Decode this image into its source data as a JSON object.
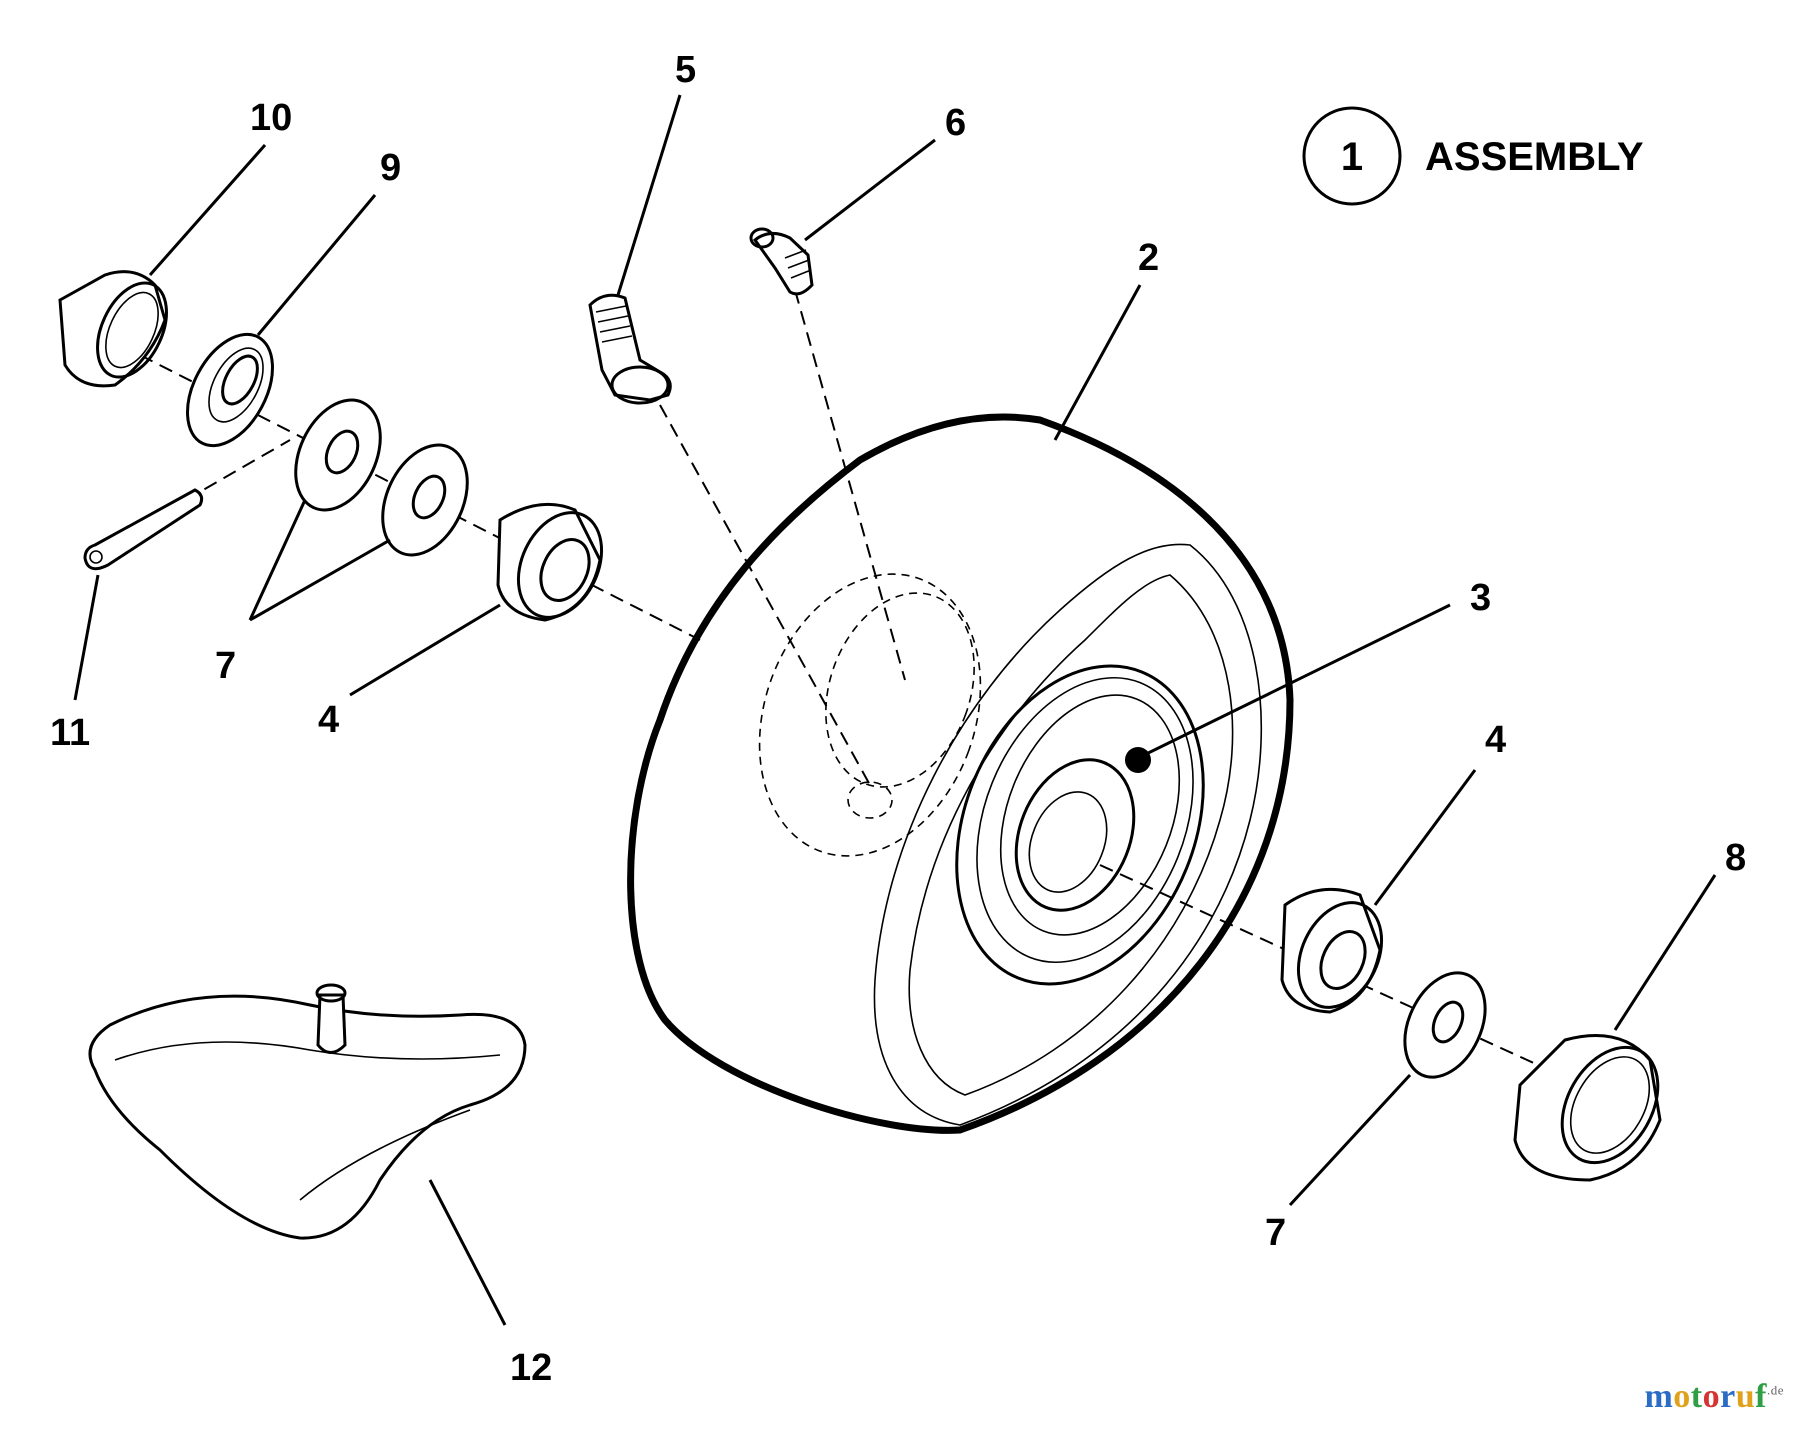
{
  "legend": {
    "circle_number": "1",
    "text": "ASSEMBLY"
  },
  "callouts": [
    {
      "id": "c10",
      "label": "10"
    },
    {
      "id": "c9",
      "label": "9"
    },
    {
      "id": "c5",
      "label": "5"
    },
    {
      "id": "c6",
      "label": "6"
    },
    {
      "id": "c2",
      "label": "2"
    },
    {
      "id": "c3",
      "label": "3"
    },
    {
      "id": "c4a",
      "label": "4"
    },
    {
      "id": "c4b",
      "label": "4"
    },
    {
      "id": "c7a",
      "label": "7"
    },
    {
      "id": "c7b",
      "label": "7"
    },
    {
      "id": "c8",
      "label": "8"
    },
    {
      "id": "c11",
      "label": "11"
    },
    {
      "id": "c12",
      "label": "12"
    }
  ],
  "watermark": {
    "letters": [
      {
        "ch": "m",
        "color": "#2b6cc4"
      },
      {
        "ch": "o",
        "color": "#e0a21a"
      },
      {
        "ch": "t",
        "color": "#2f9e44"
      },
      {
        "ch": "o",
        "color": "#d63333"
      },
      {
        "ch": "r",
        "color": "#2b6cc4"
      },
      {
        "ch": "u",
        "color": "#e0a21a"
      },
      {
        "ch": "f",
        "color": "#2f9e44"
      }
    ],
    "suffix": ".de"
  }
}
